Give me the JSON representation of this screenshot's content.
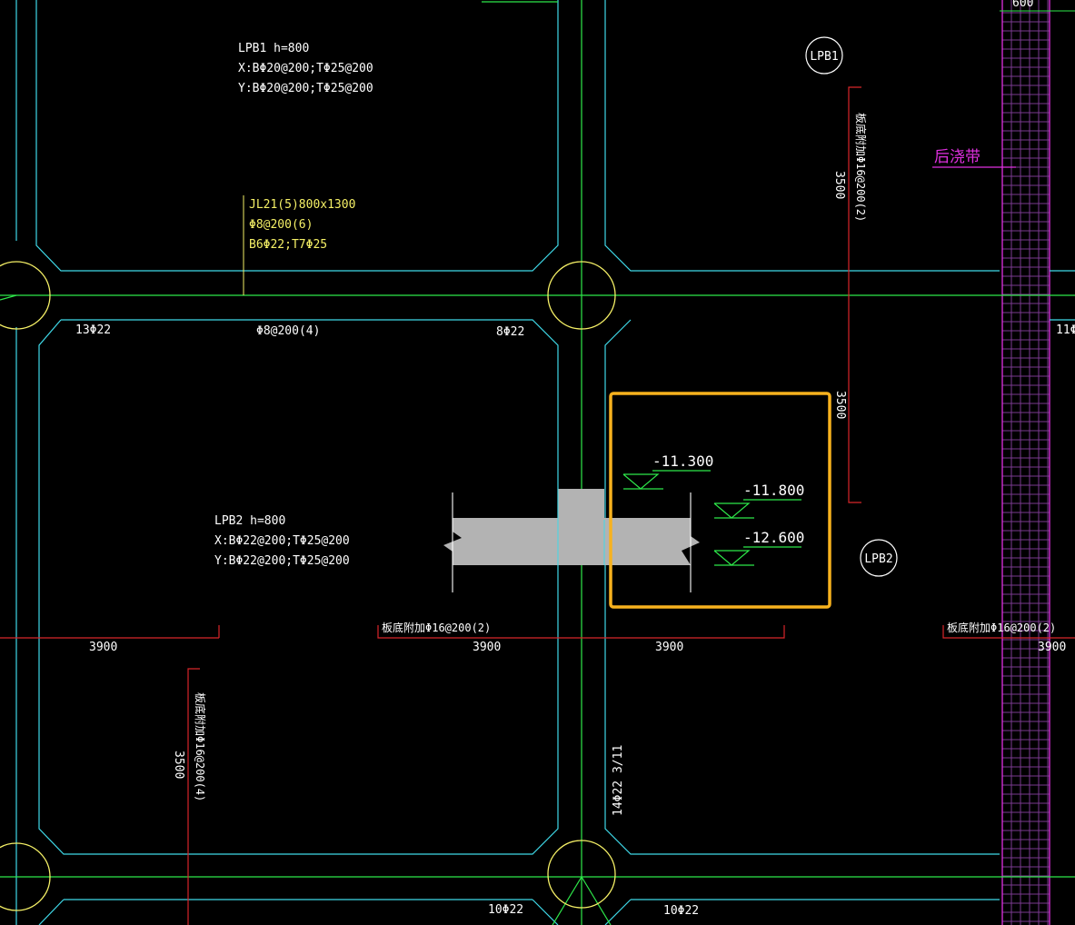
{
  "slabs": {
    "lpb1": {
      "line1": "LPB1 h=800",
      "line2": "X:BΦ20@200;TΦ25@200",
      "line3": "Y:BΦ20@200;TΦ25@200"
    },
    "lpb2": {
      "line1": "LPB2 h=800",
      "line2": "X:BΦ22@200;TΦ25@200",
      "line3": "Y:BΦ22@200;TΦ25@200"
    }
  },
  "beam": {
    "line1": "JL21(5)800x1300",
    "line2": "Φ8@200(6)",
    "line3": "B6Φ22;T7Φ25"
  },
  "bubbles": {
    "lpb1": "LPB1",
    "lpb2": "LPB2"
  },
  "post_pour_strip": "后浇带",
  "top_dim": "600",
  "rebar_labels": {
    "r1": "13Φ22",
    "r2": "Φ8@200(4)",
    "r3": "8Φ22",
    "r4": "11Φ",
    "r5": "10Φ22",
    "r6": "10Φ22",
    "r7": "14Φ22 3/11"
  },
  "additional_rebar": {
    "vertical_right": "板底附加Φ16@200(2)",
    "vertical_left": "板底附加Φ16@200(4)",
    "horizontal_mid": "板底附加Φ16@200(2)",
    "horizontal_right": "板底附加Φ16@200(2)"
  },
  "dimensions": {
    "d3900_a": "3900",
    "d3900_b": "3900",
    "d3900_c": "3900",
    "d3900_d": "3900",
    "d3500_a": "3500",
    "d3500_b": "3500",
    "d3500_c": "3500"
  },
  "elevations": {
    "e1": "-11.300",
    "e2": "-11.800",
    "e3": "-12.600"
  },
  "colors": {
    "background": "#000000",
    "grid_axis": "#2ee84a",
    "outline": "#3fd9e8",
    "column": "#f5f066",
    "dimension": "#d8262a",
    "strip": "#e030e0",
    "section_fill": "#b3b3b3",
    "highlight": "#f7b21e"
  }
}
